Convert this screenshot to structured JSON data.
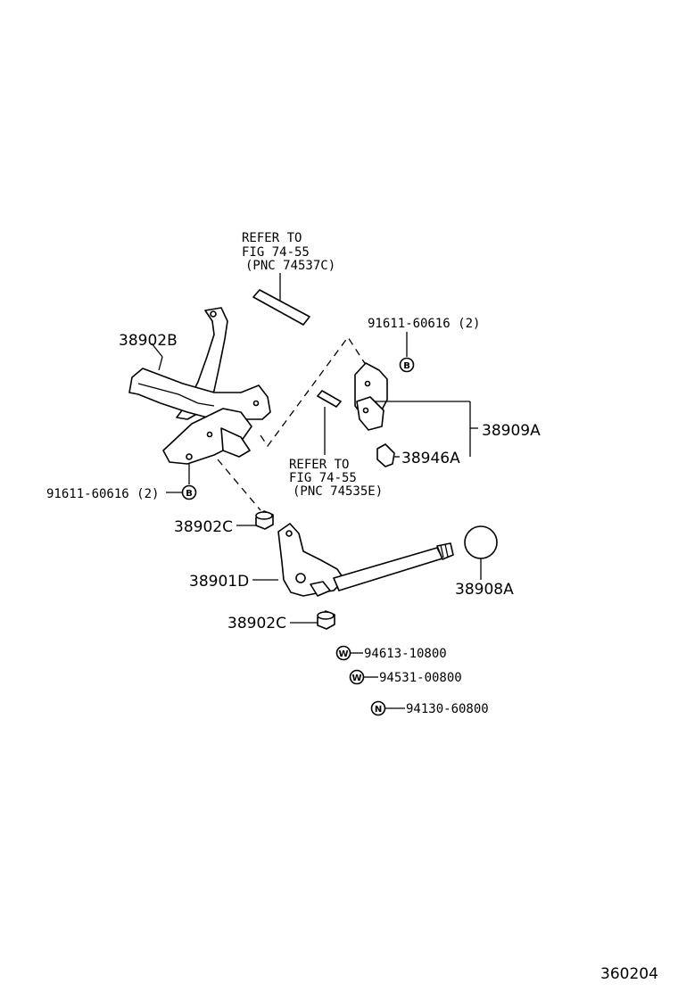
{
  "refs": {
    "upper": [
      "REFER TO",
      "FIG 74-55",
      "(PNC 74537C)"
    ],
    "lower": [
      "REFER TO",
      "FIG 74-55",
      "(PNC 74535E)"
    ]
  },
  "parts": {
    "p38902B": "38902B",
    "bolt_top": "91611-60616 (2)",
    "bolt_left": "91611-60616 (2)",
    "p38909A": "38909A",
    "p38946A": "38946A",
    "p38902C_upper": "38902C",
    "p38902C_lower": "38902C",
    "p38901D": "38901D",
    "p38908A": "38908A",
    "washer1": "94613-10800",
    "washer2": "94531-00800",
    "nut": "94130-60800"
  },
  "symbols": {
    "bolt": "B",
    "washer": "W",
    "nut": "N"
  },
  "figure_number": "360204"
}
